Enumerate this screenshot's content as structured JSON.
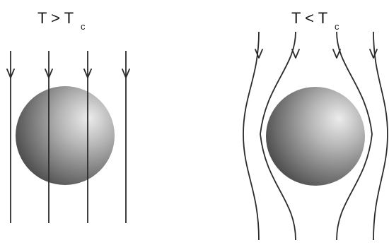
{
  "panels": {
    "above": {
      "label_main": "T > T",
      "label_sub": "c"
    },
    "below": {
      "label_main": "T < T",
      "label_sub": "c"
    }
  },
  "colors": {
    "line": "#2b2b2b",
    "sphere_highlight": "#e6e6e6",
    "sphere_shadow": "#3f3f3f"
  }
}
